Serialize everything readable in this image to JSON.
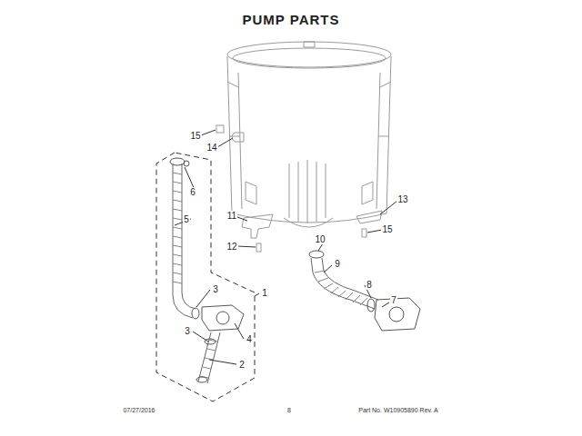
{
  "diagram": {
    "title": "PUMP PARTS",
    "labels": [
      "15",
      "14",
      "6",
      "13",
      "11",
      "5",
      "15",
      "10",
      "12",
      "9",
      "8",
      "3",
      "1",
      "7",
      "3",
      "4",
      "2",
      "07/27/2016",
      "8",
      "Part No. W10905890  Rev. A"
    ]
  }
}
